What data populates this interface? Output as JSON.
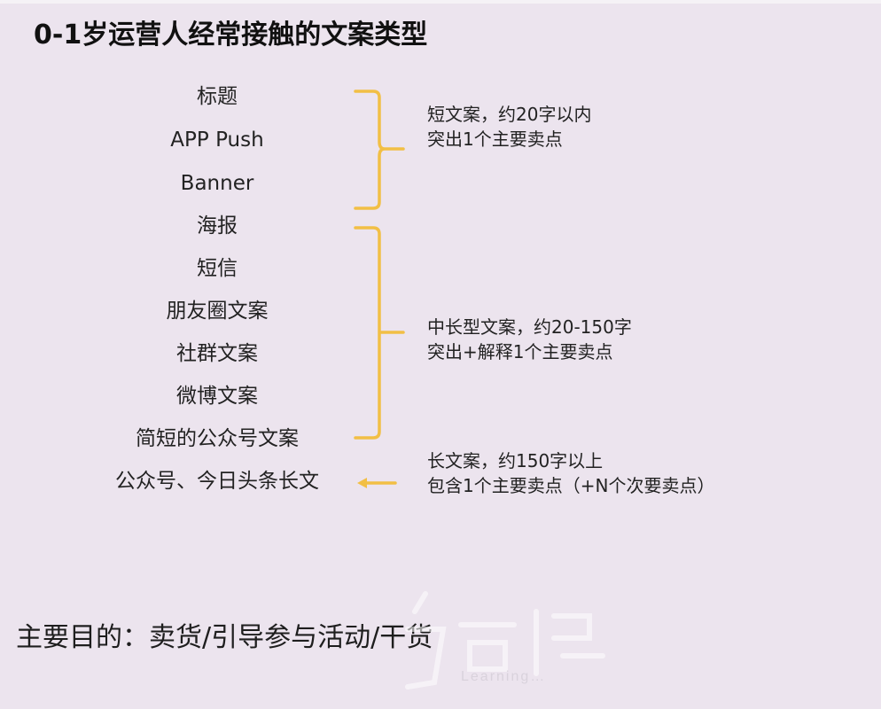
{
  "title": "0-1岁运营人经常接触的文案类型",
  "copy_types": [
    {
      "label": "标题",
      "group": "short"
    },
    {
      "label": "APP Push",
      "group": "short"
    },
    {
      "label": "Banner",
      "group": "short"
    },
    {
      "label": "海报",
      "group": "medium"
    },
    {
      "label": "短信",
      "group": "medium"
    },
    {
      "label": "朋友圈文案",
      "group": "medium"
    },
    {
      "label": "社群文案",
      "group": "medium"
    },
    {
      "label": "微博文案",
      "group": "medium"
    },
    {
      "label": "简短的公众号文案",
      "group": "medium"
    },
    {
      "label": "公众号、今日头条长文",
      "group": "long"
    }
  ],
  "groups": {
    "short": {
      "line1": "短文案，约20字以内",
      "line2": "突出1个主要卖点",
      "connector": "bracket"
    },
    "medium": {
      "line1": "中长型文案，约20-150字",
      "line2": "突出+解释1个主要卖点",
      "connector": "bracket"
    },
    "long": {
      "line1": "长文案，约150字以上",
      "line2": "包含1个主要卖点（+N个次要卖点）",
      "connector": "arrow-left"
    }
  },
  "purpose": "主要目的：卖货/引导参与活动/干货",
  "watermark": {
    "text": "Learning…",
    "icon": "watermark-logo-icon"
  },
  "colors": {
    "background": "#ece4ee",
    "accent": "#f2bf45",
    "text": "#1e1e1e"
  }
}
